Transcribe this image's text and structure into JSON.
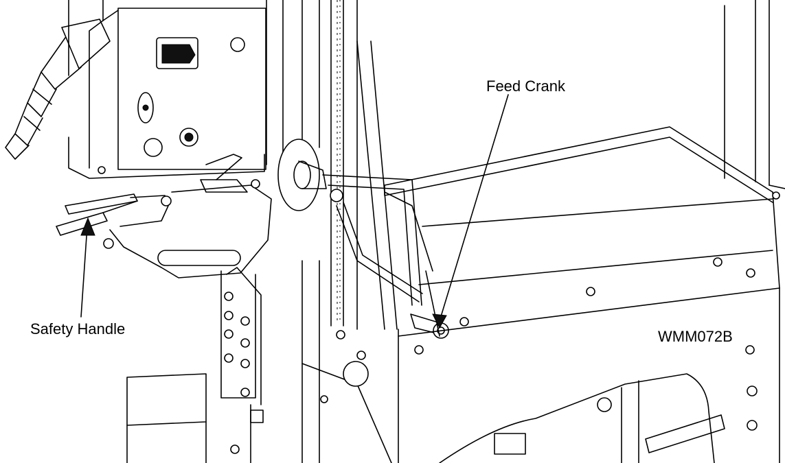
{
  "callouts": {
    "feed_crank": "Feed Crank",
    "safety_handle": "Safety Handle"
  },
  "figure_id": "WMM072B",
  "colors": {
    "line": "#000000",
    "background": "#ffffff"
  }
}
